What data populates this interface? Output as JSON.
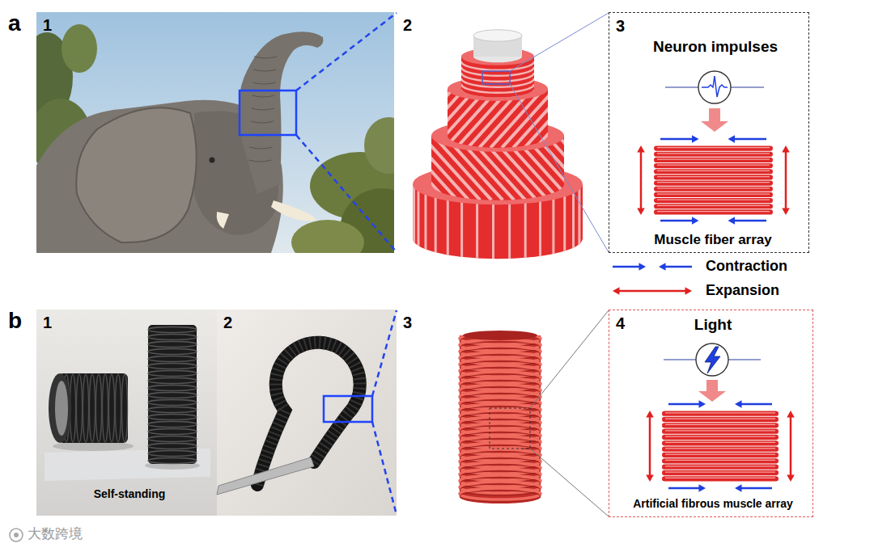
{
  "diagram": {
    "nodes": [
      {
        "text": [
          "1"
        ]
      },
      {
        "text": [
          "2"
        ]
      },
      {
        "text": [
          "3",
          "Neuron impulses",
          "Muscle fiber array"
        ]
      },
      {
        "text": [
          "1",
          "Self-standing"
        ]
      },
      {
        "text": [
          "2"
        ]
      },
      {
        "text": [
          "3"
        ]
      },
      {
        "text": [
          "4",
          "Light",
          "Artificial fibrous muscle array"
        ]
      }
    ],
    "labels": [
      "a",
      "b",
      "大数跨境"
    ],
    "legend": [
      {
        "text": "Contraction"
      },
      {
        "text": "Expansion"
      }
    ]
  }
}
